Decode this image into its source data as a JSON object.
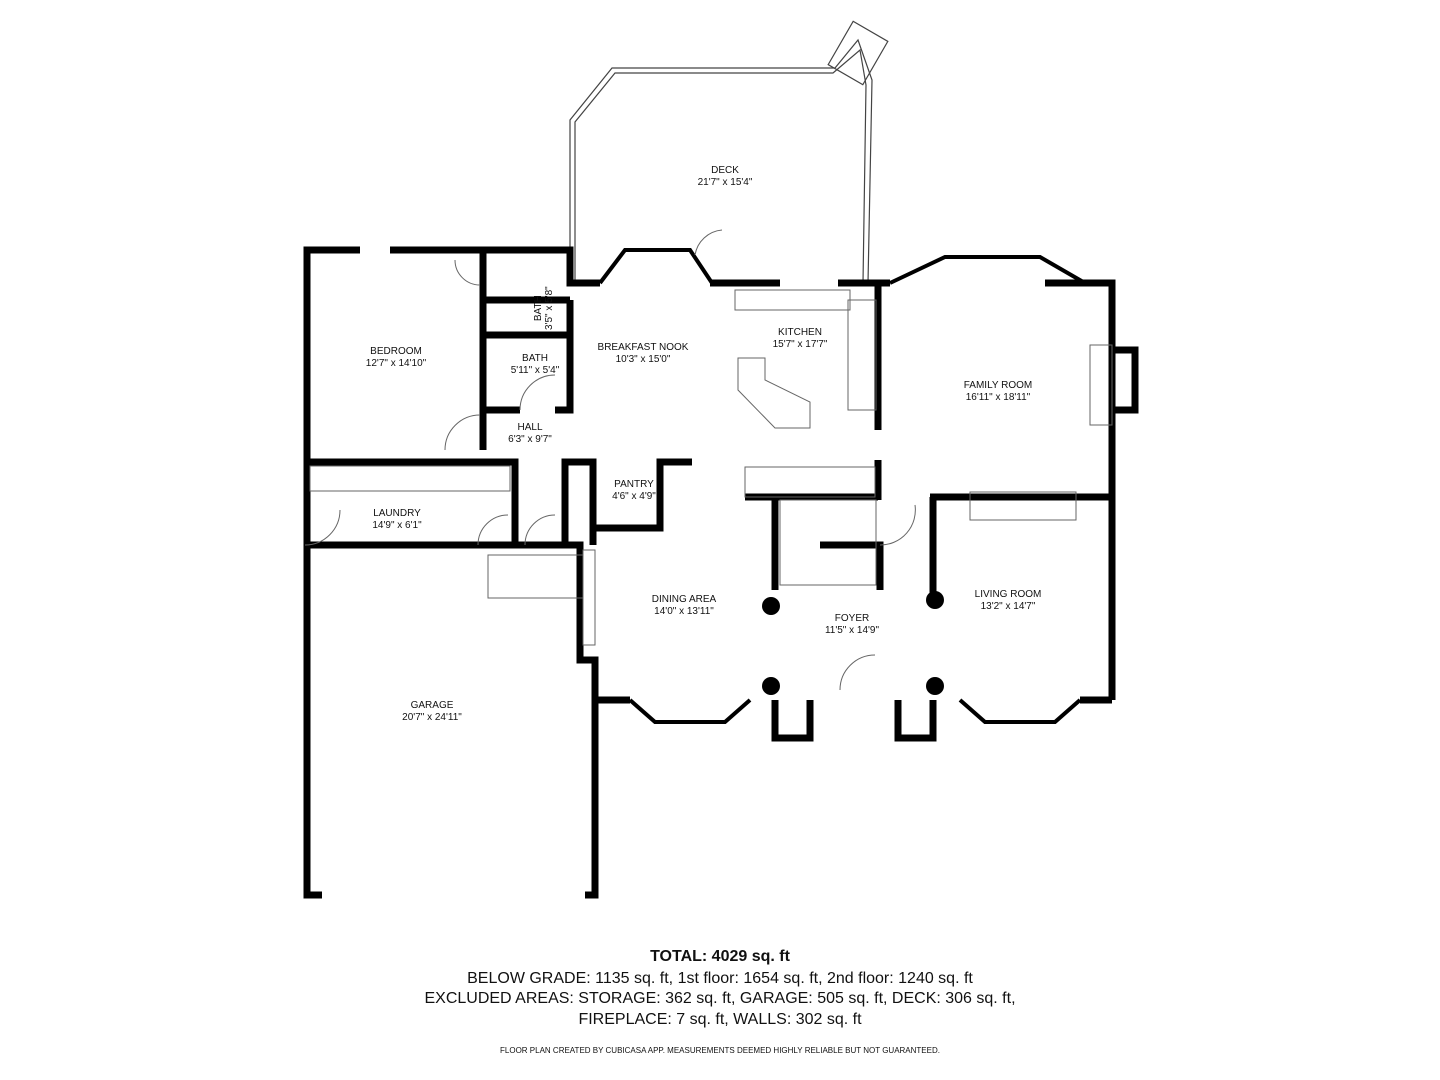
{
  "rooms": {
    "deck": {
      "name": "DECK",
      "dims": "21'7\" x 15'4\""
    },
    "bedroom": {
      "name": "BEDROOM",
      "dims": "12'7\" x 14'10\""
    },
    "bath_small": {
      "name": "BATH",
      "dims": "3'5\" x 5'8\""
    },
    "bath": {
      "name": "BATH",
      "dims": "5'11\" x 5'4\""
    },
    "breakfast_nook": {
      "name": "BREAKFAST NOOK",
      "dims": "10'3\" x 15'0\""
    },
    "kitchen": {
      "name": "KITCHEN",
      "dims": "15'7\" x 17'7\""
    },
    "family_room": {
      "name": "FAMILY ROOM",
      "dims": "16'11\" x 18'11\""
    },
    "hall": {
      "name": "HALL",
      "dims": "6'3\" x 9'7\""
    },
    "pantry": {
      "name": "PANTRY",
      "dims": "4'6\" x 4'9\""
    },
    "laundry": {
      "name": "LAUNDRY",
      "dims": "14'9\" x 6'1\""
    },
    "dining_area": {
      "name": "DINING AREA",
      "dims": "14'0\" x 13'11\""
    },
    "foyer": {
      "name": "FOYER",
      "dims": "11'5\" x 14'9\""
    },
    "living_room": {
      "name": "LIVING ROOM",
      "dims": "13'2\" x 14'7\""
    },
    "garage": {
      "name": "GARAGE",
      "dims": "20'7\" x 24'11\""
    }
  },
  "summary": {
    "total": "TOTAL: 4029 sq. ft",
    "line1": "BELOW GRADE: 1135 sq. ft, 1st floor: 1654 sq. ft, 2nd floor: 1240 sq. ft",
    "line2": "EXCLUDED AREAS: STORAGE: 362 sq. ft, GARAGE: 505 sq. ft, DECK: 306 sq. ft,",
    "line3": "FIREPLACE: 7 sq. ft, WALLS: 302 sq. ft",
    "disclaimer": "FLOOR PLAN CREATED BY CUBICASA APP. MEASUREMENTS DEEMED HIGHLY RELIABLE BUT NOT GUARANTEED."
  },
  "colors": {
    "wall": "#000000",
    "fixture": "#555555",
    "background": "#ffffff"
  }
}
